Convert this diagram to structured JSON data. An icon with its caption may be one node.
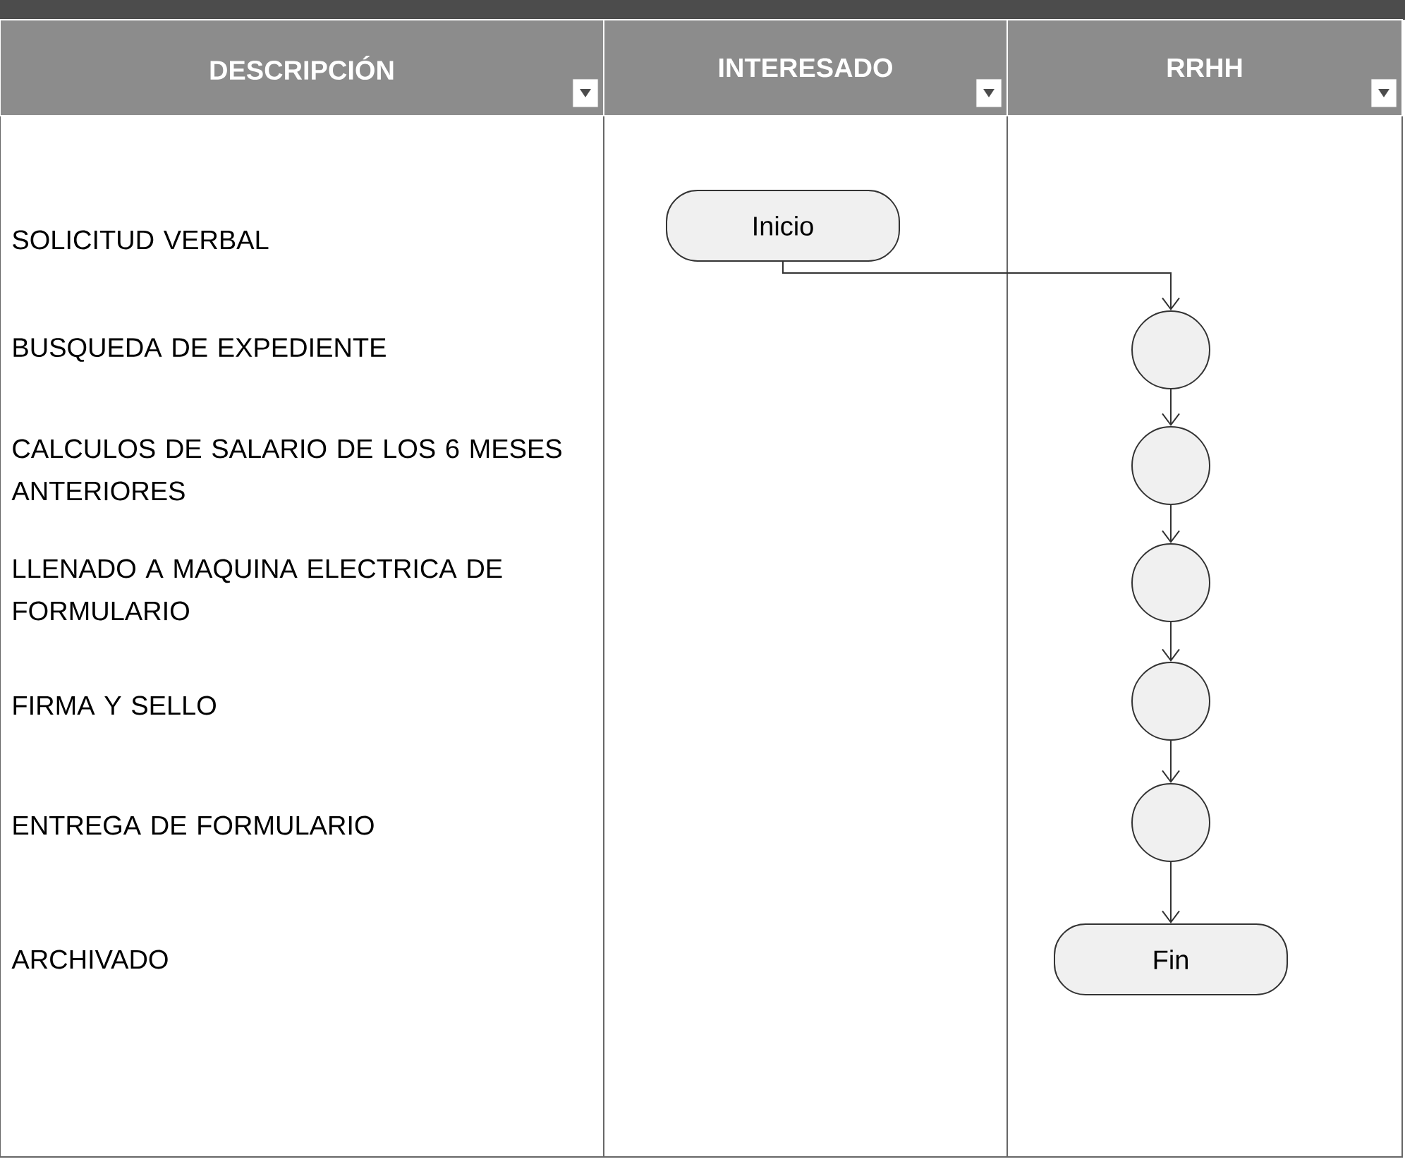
{
  "diagram": {
    "nodes": [
      {
        "text": [
          "Inicio"
        ]
      },
      {
        "text": [],
        "shape": "circle"
      },
      {
        "text": [],
        "shape": "circle"
      },
      {
        "text": [],
        "shape": "circle"
      },
      {
        "text": [],
        "shape": "circle"
      },
      {
        "text": [],
        "shape": "circle"
      },
      {
        "text": [
          "Fin"
        ]
      }
    ],
    "edges": [
      {
        "from": 0,
        "to": 1,
        "arrow": "to"
      },
      {
        "from": 1,
        "to": 2,
        "arrow": "to"
      },
      {
        "from": 2,
        "to": 3,
        "arrow": "to"
      },
      {
        "from": 3,
        "to": 4,
        "arrow": "to"
      },
      {
        "from": 4,
        "to": 5,
        "arrow": "to"
      },
      {
        "from": 5,
        "to": 6,
        "arrow": "to"
      }
    ],
    "labels": [
      "DESCRIPCIÓN",
      "INTERESADO",
      "RRHH",
      "SOLICITUD VERBAL",
      "BUSQUEDA DE EXPEDIENTE",
      "CALCULOS DE SALARIO DE LOS 6 MESES ANTERIORES",
      "LLENADO A MAQUINA ELECTRICA DE FORMULARIO",
      "FIRMA Y SELLO",
      "ENTREGA DE FORMULARIO",
      "ARCHIVADO"
    ]
  }
}
